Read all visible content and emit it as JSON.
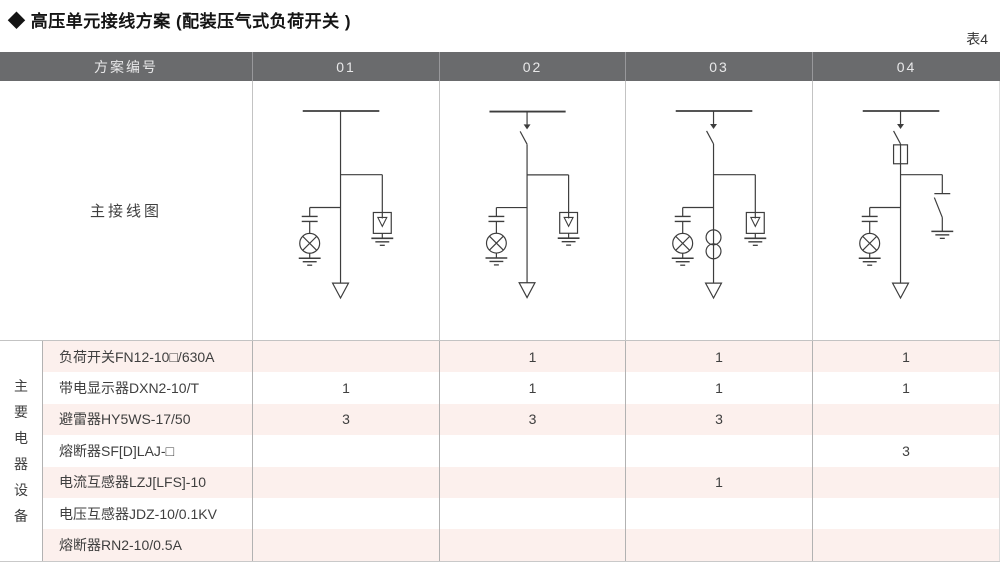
{
  "title": "◆ 高压单元接线方案 (配装压气式负荷开关 )",
  "table_tag": "表4",
  "colors": {
    "header_bg": "#6a6b6d",
    "header_text": "#e8e8e9",
    "row_pink": "#fcf0ed",
    "border": "#c3c3c3",
    "diagram_line": "#3d3d3d",
    "text": "#3f3f3f"
  },
  "table": {
    "header": {
      "scheme_label": "方案编号",
      "schemes": [
        "01",
        "02",
        "03",
        "04"
      ]
    },
    "diagram_row_label": "主接线图",
    "equipment_group_label": "主要电器设备",
    "diagrams": [
      {
        "scheme": "01",
        "features": {
          "busbar": true,
          "load_switch": false,
          "fuse": false,
          "arrester": true,
          "earthing_switch": false,
          "current_transformer": false,
          "voltage_indicator": true,
          "outgoing_arrow": true
        }
      },
      {
        "scheme": "02",
        "features": {
          "busbar": true,
          "load_switch": true,
          "fuse": false,
          "arrester": true,
          "earthing_switch": false,
          "current_transformer": false,
          "voltage_indicator": true,
          "outgoing_arrow": true
        }
      },
      {
        "scheme": "03",
        "features": {
          "busbar": true,
          "load_switch": true,
          "fuse": false,
          "arrester": true,
          "earthing_switch": false,
          "current_transformer": true,
          "voltage_indicator": true,
          "outgoing_arrow": true
        }
      },
      {
        "scheme": "04",
        "features": {
          "busbar": true,
          "load_switch": true,
          "fuse": true,
          "arrester": false,
          "earthing_switch": true,
          "current_transformer": false,
          "voltage_indicator": true,
          "outgoing_arrow": true
        }
      }
    ],
    "equipment_rows": [
      {
        "label": "负荷开关FN12-10□/630A",
        "counts": [
          "",
          "1",
          "1",
          "1"
        ]
      },
      {
        "label": "带电显示器DXN2-10/T",
        "counts": [
          "1",
          "1",
          "1",
          "1"
        ]
      },
      {
        "label": "避雷器HY5WS-17/50",
        "counts": [
          "3",
          "3",
          "3",
          ""
        ]
      },
      {
        "label": "熔断器SF[D]LAJ-□",
        "counts": [
          "",
          "",
          "",
          "3"
        ]
      },
      {
        "label": "电流互感器LZJ[LFS]-10",
        "counts": [
          "",
          "",
          "1",
          ""
        ]
      },
      {
        "label": "电压互感器JDZ-10/0.1KV",
        "counts": [
          "",
          "",
          "",
          ""
        ]
      },
      {
        "label": "熔断器RN2-10/0.5A",
        "counts": [
          "",
          "",
          "",
          ""
        ]
      }
    ]
  }
}
